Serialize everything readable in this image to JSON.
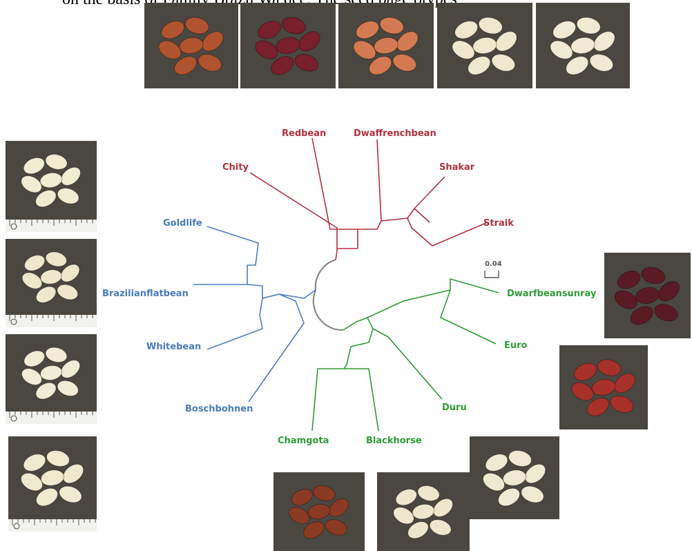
{
  "caption": "on the basis of Family Brazil Wa dec, The seed bage otypes",
  "colors": {
    "red_clade": "#b03040",
    "blue_clade": "#4a7bbf",
    "green_clade": "#2e9b36",
    "core": "#888888",
    "photo_bg": "#4a4741"
  },
  "scale_bar": {
    "label": "0.04"
  },
  "leaves": {
    "redbean": "Redbean",
    "dwaffrenchbean": "Dwaffrenchbean",
    "chity": "Chity",
    "shakar": "Shakar",
    "straik": "Straik",
    "goldlife": "Goldlife",
    "brazilianflatbean": "Brazilianflatbean",
    "whitebean": "Whitebean",
    "boschbohnen": "Boschbohnen",
    "dwarfbeansunray": "Dwarfbeansunray",
    "euro": "Euro",
    "duru": "Duru",
    "chamgota": "Chamgota",
    "blackhorse": "Blackhorse"
  },
  "seed_photos": [
    {
      "name": "mottled-red",
      "seed_color": "#b0532f"
    },
    {
      "name": "dark-red",
      "seed_color": "#7a1f2c"
    },
    {
      "name": "light-red",
      "seed_color": "#d47a52"
    },
    {
      "name": "white",
      "seed_color": "#efe8cf"
    },
    {
      "name": "white",
      "seed_color": "#f0ead4"
    },
    {
      "name": "white",
      "seed_color": "#f1ebd2"
    },
    {
      "name": "white",
      "seed_color": "#eee7cc"
    },
    {
      "name": "white",
      "seed_color": "#f2ecd6"
    },
    {
      "name": "white",
      "seed_color": "#efe9d0"
    },
    {
      "name": "dark-red-speckled",
      "seed_color": "#5a1a24"
    },
    {
      "name": "red",
      "seed_color": "#a8302a"
    },
    {
      "name": "white",
      "seed_color": "#f0e9d2"
    },
    {
      "name": "brown-red",
      "seed_color": "#8a3a22"
    },
    {
      "name": "white",
      "seed_color": "#efe7cd"
    }
  ]
}
